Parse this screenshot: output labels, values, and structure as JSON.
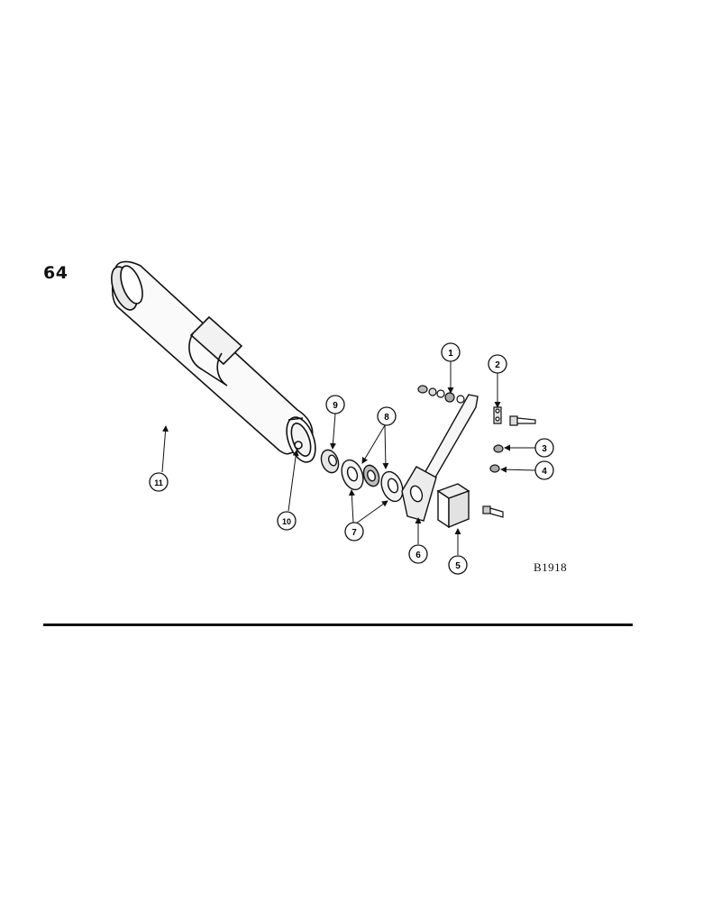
{
  "page": {
    "number": "64",
    "figure_code": "B1918"
  },
  "callouts": [
    {
      "id": "c1",
      "label": "1"
    },
    {
      "id": "c2",
      "label": "2"
    },
    {
      "id": "c3",
      "label": "3"
    },
    {
      "id": "c4",
      "label": "4"
    },
    {
      "id": "c5",
      "label": "5"
    },
    {
      "id": "c6",
      "label": "6"
    },
    {
      "id": "c7",
      "label": "7"
    },
    {
      "id": "c8",
      "label": "8"
    },
    {
      "id": "c9",
      "label": "9"
    },
    {
      "id": "c10",
      "label": "10"
    },
    {
      "id": "c11",
      "label": "11"
    }
  ]
}
